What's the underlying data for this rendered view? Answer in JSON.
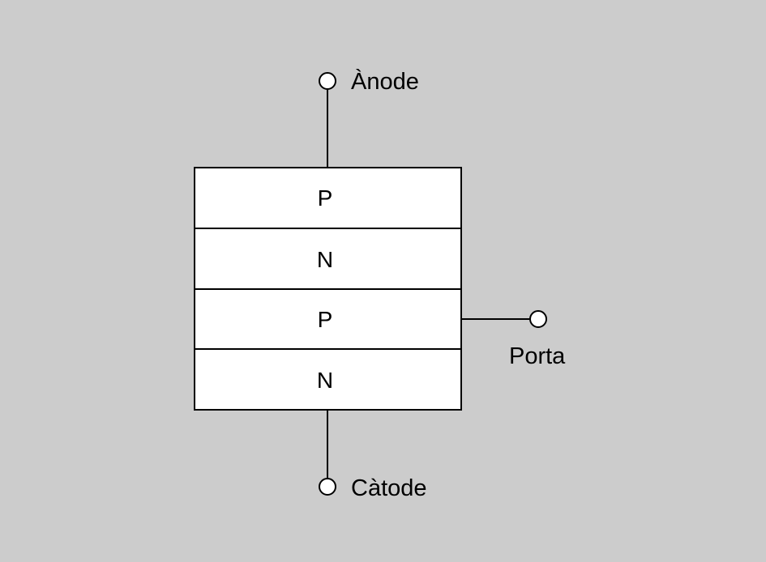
{
  "colors": {
    "background": "#cccccc",
    "layer_fill": "#ffffff",
    "stroke": "#000000"
  },
  "terminals": {
    "anode": "Ànode",
    "cathode": "Càtode",
    "gate": "Porta"
  },
  "layers": [
    "P",
    "N",
    "P",
    "N"
  ]
}
